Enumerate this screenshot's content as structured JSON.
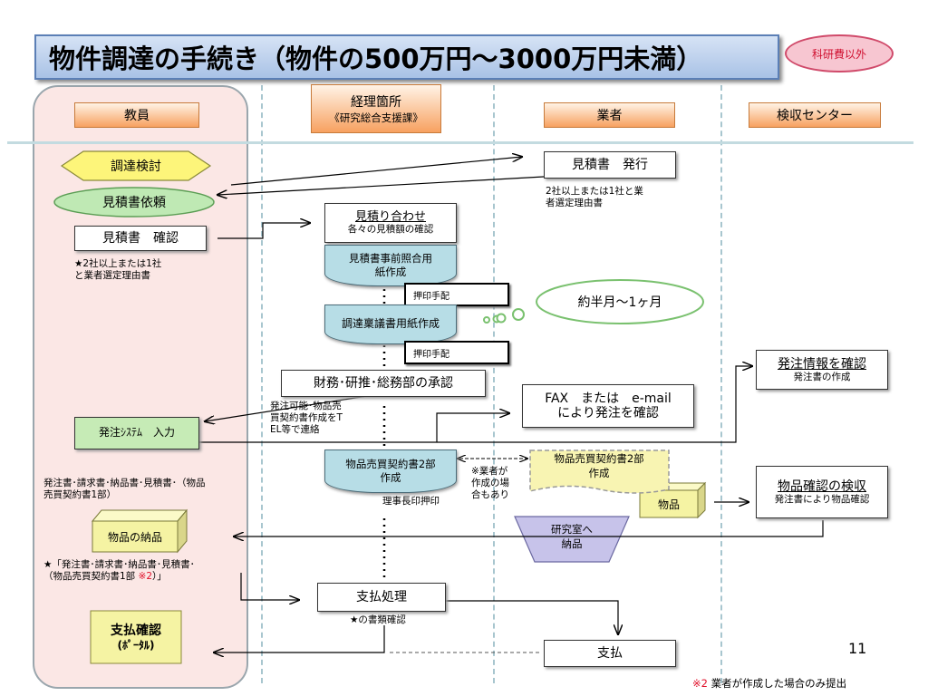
{
  "title": "物件調達の手続き（物件の500万円～3000万円未満）",
  "badge": "科研費以外",
  "lanes": {
    "faculty": "教員",
    "accounting_line1": "経理箇所",
    "accounting_line2": "《研究総合支援課》",
    "vendor": "業者",
    "inspection": "検収センター"
  },
  "faculty": {
    "procurement_review": "調達検討",
    "quote_request": "見積書依頼",
    "quote_confirm": "見積書　確認",
    "quote_note": "★2社以上または1社\nと業者選定理由書",
    "order_system": "発注ｼｽﾃﾑ　入力",
    "docs_note": "発注書･請求書･納品書･見積書･（物品\n売買契約書1部）",
    "goods_delivery": "物品の納品",
    "star_note_main": "★「発注書･請求書･納品書･見積書･\n（物品売買契約書1部 ",
    "star_note_mark": "※2",
    "star_note_end": "）」",
    "payment_confirm_line1": "支払確認",
    "payment_confirm_line2": "(ﾎﾟｰﾀﾙ)"
  },
  "accounting": {
    "quote_compare_title": "見積り合わせ",
    "quote_compare_sub": "各々の見積額の確認",
    "pre_check_form": "見積書事前照合用\n紙作成",
    "stamp1": "押印手配",
    "proposal_form": "調達稟議書用紙作成",
    "stamp2": "押印手配",
    "approval": "財務･研推･総務部の承認",
    "approval_note": "発注可能･物品売\n買契約書作成をT\nEL等で連絡",
    "contract_doc": "物品売買契約書2部\n作成",
    "president_stamp": "理事長印押印",
    "payment_process": "支払処理",
    "payment_note": "★の書類確認"
  },
  "vendor": {
    "quote_issue": "見積書　発行",
    "quote_issue_note": "2社以上または1社と業\n者選定理由書",
    "fax_confirm": "FAX　または　e-mail\nにより発注を確認",
    "vendor_contract": "物品売買契約書2部\n作成",
    "vendor_note": "※業者が\n作成の場\n合もあり",
    "goods": "物品",
    "lab_delivery": "研究室へ\n納品",
    "payment": "支払"
  },
  "inspection": {
    "order_info_title": "発注情報を確認",
    "order_info_sub": "発注書の作成",
    "goods_inspect_title": "物品確認の検収",
    "goods_inspect_sub": "発注書により物品確認"
  },
  "cloud": "約半月～1ヶ月",
  "page_number": "11",
  "footnote_mark": "※2",
  "footnote_text": "業者が作成した場合のみ提出",
  "colors": {
    "doc_fill": "#b7dde6",
    "diamond_fill": "#fdf57a",
    "oval_fill": "#bfe9b4",
    "cube_fill": "#f5f3a3",
    "trapezoid_fill": "#c7c3ea",
    "footnote_red": "#e0102a"
  }
}
